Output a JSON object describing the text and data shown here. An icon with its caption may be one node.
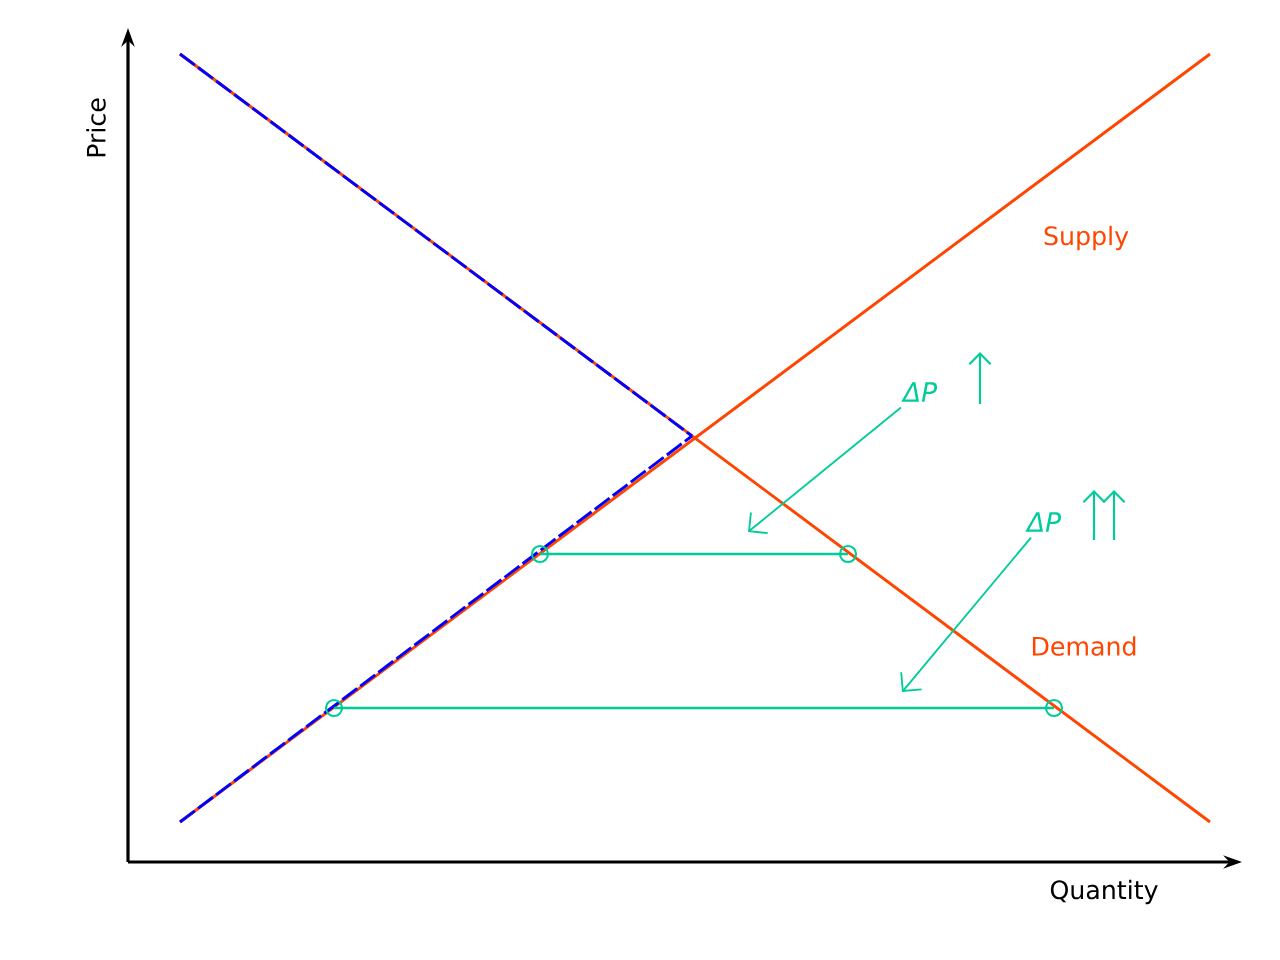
{
  "diagram": {
    "nodes": [
      {
        "text": [
          "ΔP"
        ]
      },
      {
        "text": [
          "ΔP"
        ]
      }
    ],
    "edges": [
      {
        "from": 0,
        "to": null,
        "arrow": "to"
      },
      {
        "from": 1,
        "to": null,
        "arrow": "to"
      }
    ],
    "labels": [
      "Price",
      "Quantity",
      "Supply",
      "Demand"
    ]
  }
}
